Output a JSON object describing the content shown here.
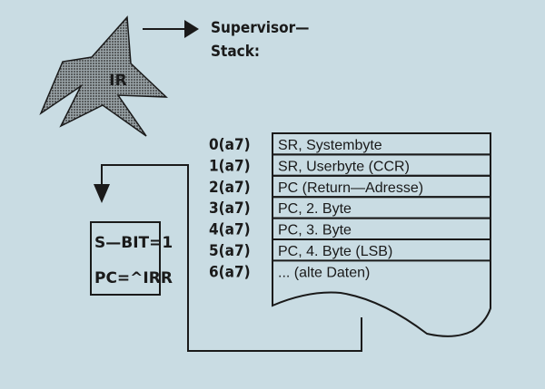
{
  "interrupt_label": "IR",
  "stack_title_line1": "Supervisor—",
  "stack_title_line2": "Stack:",
  "rows": [
    {
      "offset": "0(a7)",
      "content": "SR, Systembyte"
    },
    {
      "offset": "1(a7)",
      "content": "SR, Userbyte (CCR)"
    },
    {
      "offset": "2(a7)",
      "content": "PC (Return—Adresse)"
    },
    {
      "offset": "3(a7)",
      "content": "PC, 2. Byte"
    },
    {
      "offset": "4(a7)",
      "content": "PC, 3. Byte"
    },
    {
      "offset": "5(a7)",
      "content": "PC, 4. Byte (LSB)"
    },
    {
      "offset": "6(a7)",
      "content": "... (alte Daten)"
    }
  ],
  "result_box": {
    "line1": "S—BIT=1",
    "line2": "PC=^IRR"
  },
  "colors": {
    "background": "#c9dce3",
    "ink": "#1a1a1a"
  }
}
